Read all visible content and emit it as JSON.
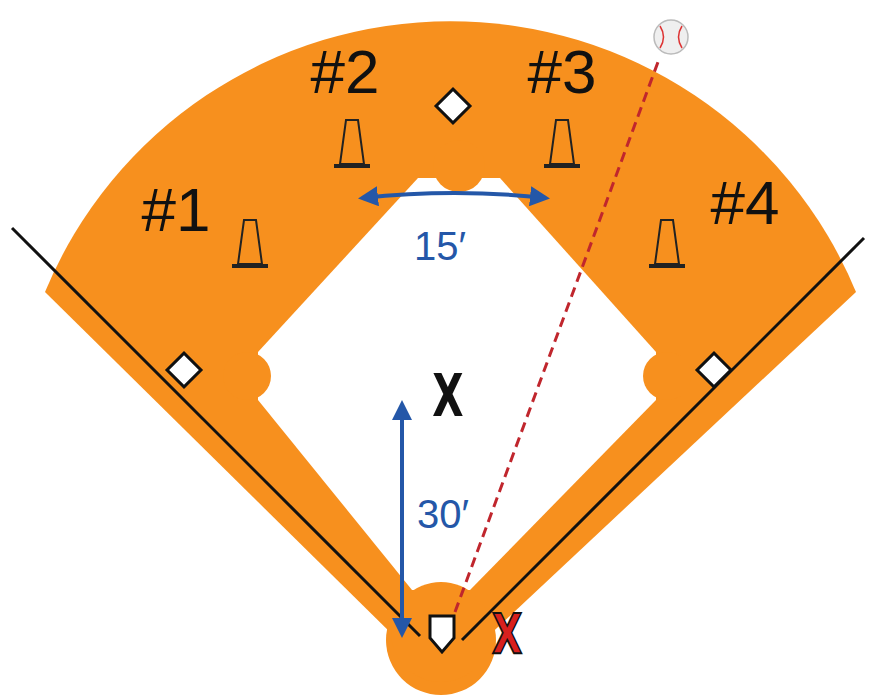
{
  "diagram": {
    "labels": [
      "#2",
      "#3",
      "#1",
      "#4",
      "15′",
      "X",
      "30′",
      "X"
    ]
  }
}
